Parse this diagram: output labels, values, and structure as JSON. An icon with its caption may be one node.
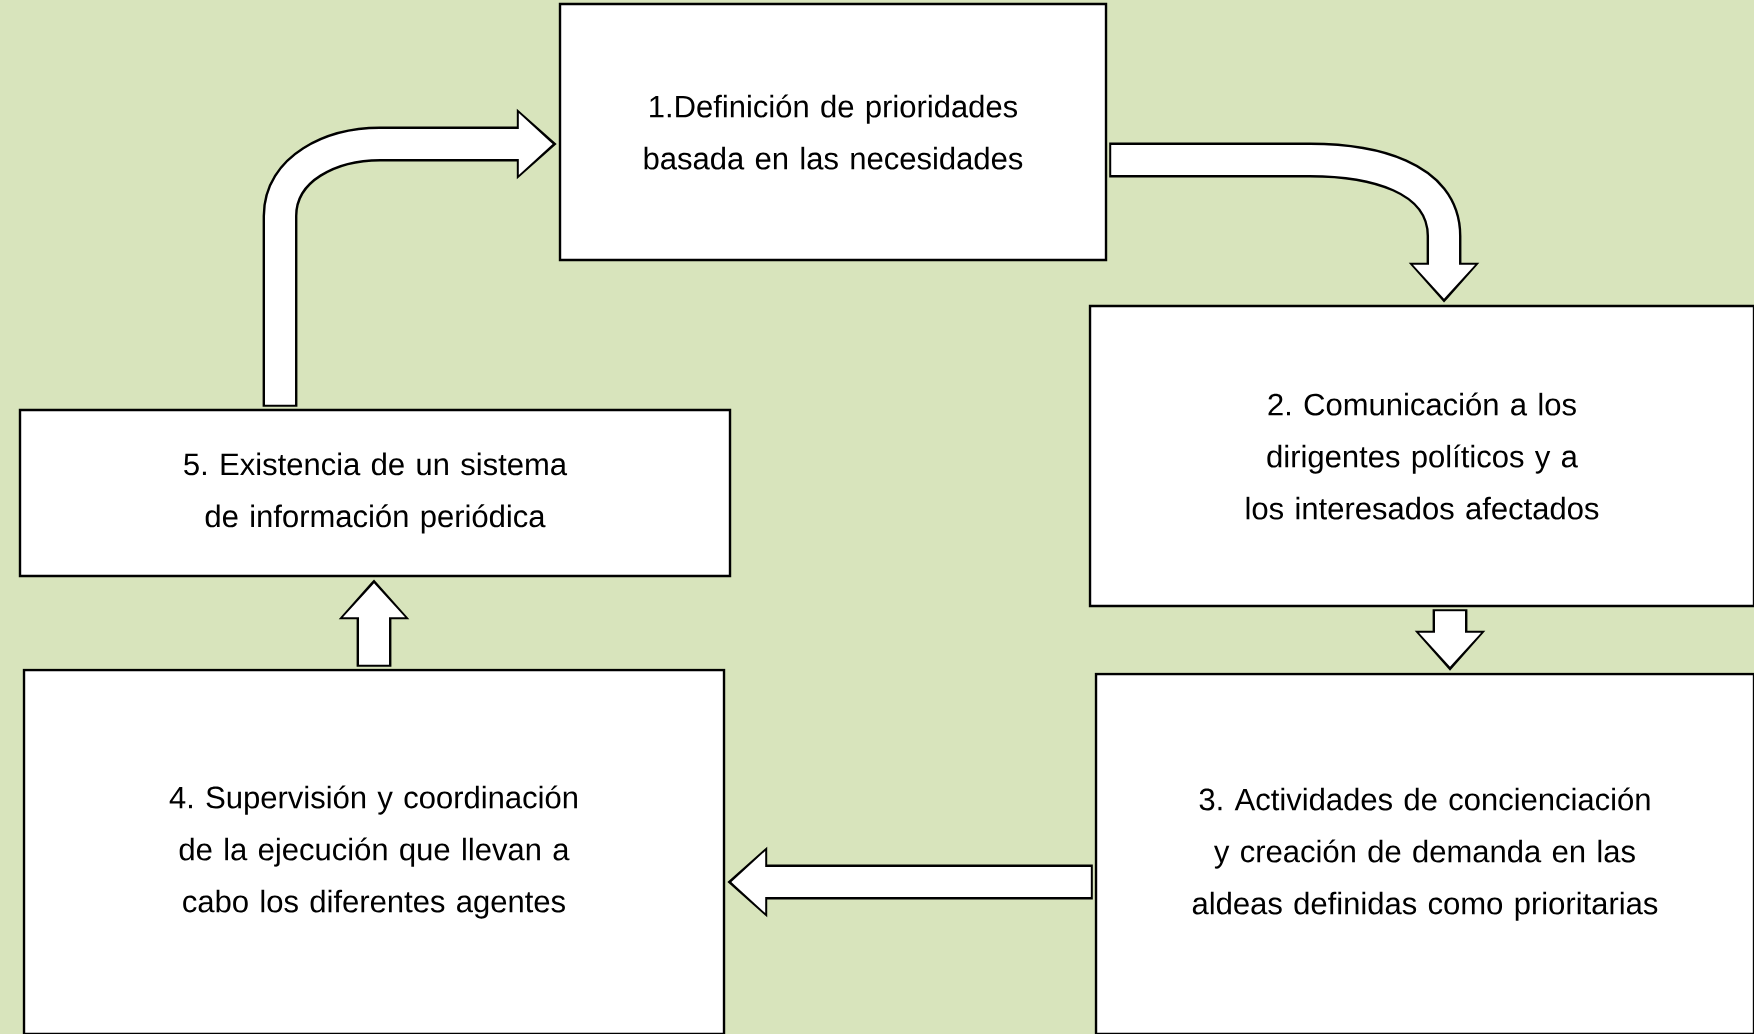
{
  "diagram": {
    "nodes": [
      {
        "text": [
          "1.Definición de prioridades basada en las necesidades"
        ]
      },
      {
        "text": [
          "2. Comunicación a los dirigentes políticos y a los interesados afectados"
        ]
      },
      {
        "text": [
          "3. Actividades de concienciación y creación de demanda en las aldeas definidas como prioritarias"
        ]
      },
      {
        "text": [
          "4. Supervisión y coordinación de la ejecución que llevan a cabo los diferentes agentes"
        ]
      },
      {
        "text": [
          "5. Existencia de un sistema de información periódica"
        ]
      }
    ],
    "edges": [
      {
        "from": 0,
        "to": 1,
        "arrow": "to"
      },
      {
        "from": 1,
        "to": 2,
        "arrow": "to"
      },
      {
        "from": 2,
        "to": 3,
        "arrow": "to"
      },
      {
        "from": 3,
        "to": 4,
        "arrow": "to"
      },
      {
        "from": 4,
        "to": 0,
        "arrow": "to"
      }
    ]
  }
}
